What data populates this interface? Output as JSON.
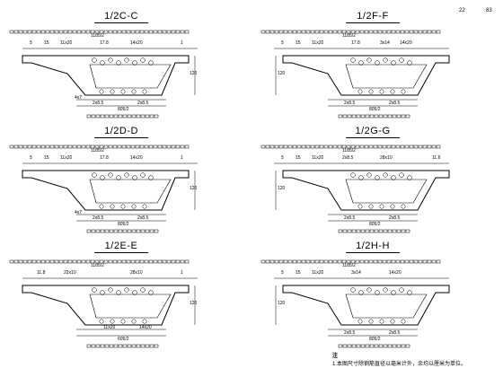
{
  "page_numbers": [
    "22",
    "83"
  ],
  "sections": [
    {
      "id": "c",
      "title": "1/2C-C",
      "top_dims": [
        "5",
        "15",
        "11x20",
        "17.8",
        "14x20",
        "1"
      ],
      "total_width": "1185/2",
      "bottom_dims": [
        "4x7",
        "2x8.5",
        "2x8.5"
      ],
      "bottom_total": "805/2",
      "height": "120"
    },
    {
      "id": "f",
      "title": "1/2F-F",
      "top_dims": [
        "5",
        "15",
        "11x20",
        "17.8",
        "14x20",
        "3x14"
      ],
      "total_width": "1185/2",
      "bottom_dims": [
        "2x8.5",
        "2x8.5"
      ],
      "bottom_total": "805/2",
      "height": "120"
    },
    {
      "id": "d",
      "title": "1/2D-D",
      "top_dims": [
        "5",
        "15",
        "11x20",
        "17.8",
        "14x20",
        "1"
      ],
      "total_width": "1185/2",
      "bottom_dims": [
        "4x7",
        "2x8.5",
        "2x8.5"
      ],
      "bottom_total": "805/2",
      "height": "120"
    },
    {
      "id": "g",
      "title": "1/2G-G",
      "top_dims": [
        "5",
        "15",
        "11x20",
        "2x8.5",
        "28x10",
        "11.6"
      ],
      "total_width": "1185/2",
      "bottom_dims": [
        "2x8.5",
        "2x8.5"
      ],
      "bottom_total": "805/2",
      "height": "120"
    },
    {
      "id": "e",
      "title": "1/2E-E",
      "top_dims": [
        "11.8",
        "22x10",
        "28x10",
        "1"
      ],
      "total_width": "1185/2",
      "bottom_dims": [
        "11x20",
        "14x20"
      ],
      "bottom_total": "605/2",
      "height": "120"
    },
    {
      "id": "h",
      "title": "1/2H-H",
      "top_dims": [
        "5",
        "15",
        "11x20",
        "3x14",
        "14x20"
      ],
      "total_width": "1185/2",
      "bottom_dims": [
        "2x8.5",
        "2x8.5"
      ],
      "bottom_total": "805/2",
      "height": "120"
    }
  ],
  "note": {
    "label": "注",
    "text": "1.本图尺寸除钢筋直径以毫米计外，余均以厘米为单位。"
  }
}
